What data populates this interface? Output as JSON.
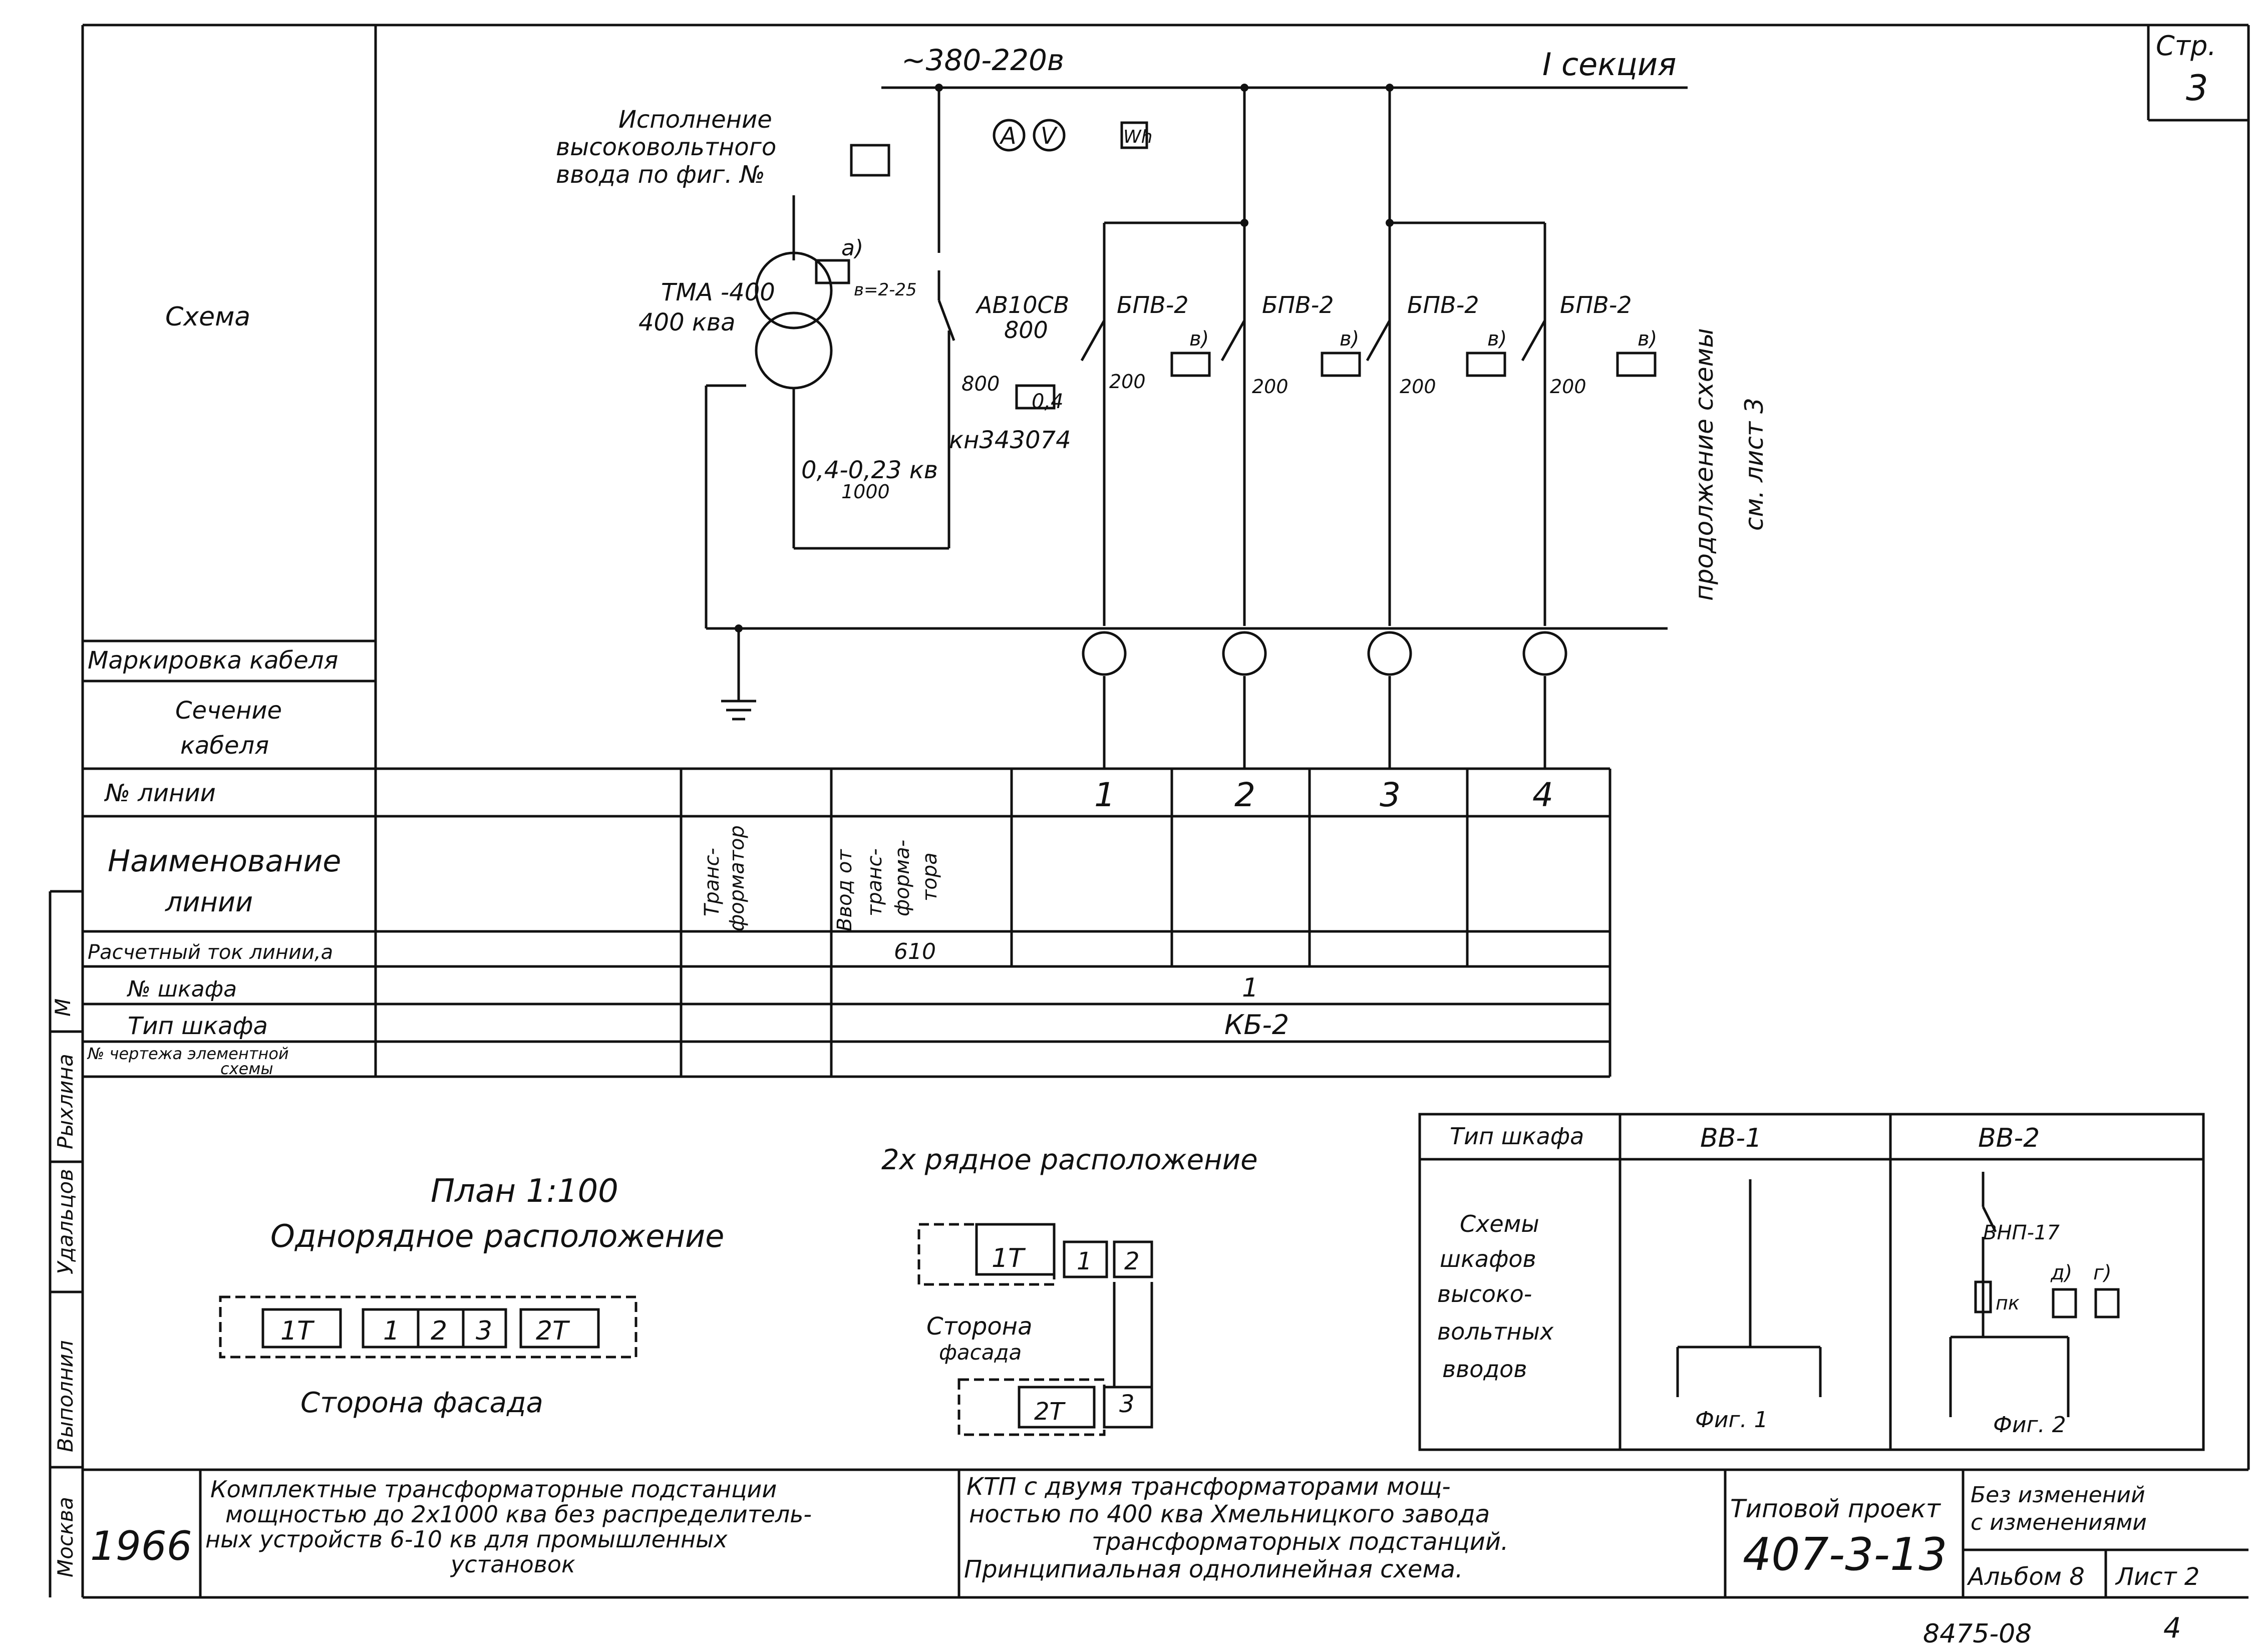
{
  "page": {
    "number_label": "Стр.",
    "number": "3"
  },
  "left_rows": {
    "scheme": "Схема",
    "cable_marking": "Маркировка кабеля",
    "cable_section": [
      "Сечение",
      "кабеля"
    ],
    "line_no": "№ линии",
    "line_name": [
      "Наименование",
      "линии"
    ],
    "current": "Расчетный ток линии,а",
    "cabinet_no": "№ шкафа",
    "cabinet_type": "Тип шкафа",
    "drawing_no": [
      "№ чертежа элементной",
      "схемы"
    ]
  },
  "scheme": {
    "voltage": "~380-220в",
    "section": "I секция",
    "hv_input": [
      "Исполнение",
      "высоковольтного",
      "ввода по фиг. №"
    ],
    "meters": [
      "A",
      "V",
      "Wh"
    ],
    "transformer": [
      "ТМА -400",
      "400 ква"
    ],
    "transformer_note": "а)",
    "transformer_side": "в=2-25",
    "breaker": [
      "АВ10СВ",
      "800"
    ],
    "breaker_values": [
      "800",
      "0,4"
    ],
    "kn": "кн343074",
    "ct": [
      "0,4-0,23 кв",
      "1000"
    ],
    "feeders": [
      {
        "label": "БПВ-2",
        "rating": "200",
        "note": "в)"
      },
      {
        "label": "БПВ-2",
        "rating": "200",
        "note": "в)"
      },
      {
        "label": "БПВ-2",
        "rating": "200",
        "note": "в)"
      },
      {
        "label": "БПВ-2",
        "rating": "200",
        "note": "в)"
      }
    ],
    "continuation": [
      "продолжение схемы",
      "см. лист 3"
    ]
  },
  "table": {
    "line_numbers": [
      "1",
      "2",
      "3",
      "4"
    ],
    "transformer_col": [
      "Транс-",
      "форматор"
    ],
    "input_col": [
      "Ввод от",
      "транс-",
      "форма-",
      "тора"
    ],
    "current_value": "610",
    "cabinet_no_value": "1",
    "cabinet_type_value": "КБ-2"
  },
  "plan": {
    "title": "План 1:100",
    "single_row": "Однорядное расположение",
    "single_row_cells": [
      "1Т",
      "1",
      "2",
      "3",
      "2Т"
    ],
    "facade_single": "Сторона фасада",
    "double_row": "2х рядное расположение",
    "double_cells_top": [
      "1Т",
      "1",
      "2"
    ],
    "double_cells_bottom": [
      "2Т",
      "3"
    ],
    "facade_double": [
      "Сторона",
      "фасада"
    ]
  },
  "hv_table": {
    "type_label": "Тип шкафа",
    "types": [
      "ВВ-1",
      "ВВ-2"
    ],
    "schemes_label": [
      "Схемы",
      "шкафов",
      "высоко-",
      "вольтных",
      "вводов"
    ],
    "fig1": "Фиг. 1",
    "fig2": "Фиг. 2",
    "vnp": "ВНП-17",
    "pk": "пк",
    "notes": [
      "д)",
      "г)"
    ]
  },
  "side_stamp": {
    "labels": [
      "М",
      "Рыхлина",
      "Удальцов",
      "Выполнил",
      "Москва"
    ],
    "year": "1966"
  },
  "title_block": {
    "left": [
      "Комплектные трансформаторные подстанции",
      "мощностью до 2х1000 ква без распределитель-",
      "ных устройств 6-10 кв для промышленных",
      "установок"
    ],
    "middle": [
      "КТП с двумя трансформаторами мощ-",
      "ностью по 400 ква Хмельницкого завода",
      "трансформаторных подстанций.",
      "Принципиальная однолинейная схема."
    ],
    "project_label": "Типовой проект",
    "project_no": "407-3-13",
    "changes": [
      "Без изменений",
      "с изменениями"
    ],
    "album": "Альбом 8",
    "sheet": "Лист 2"
  },
  "footer": {
    "code": "8475-08",
    "page": "4"
  }
}
